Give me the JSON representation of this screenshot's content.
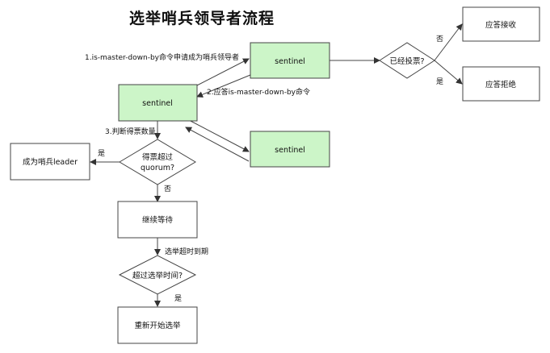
{
  "title": "选举哨兵领导者流程",
  "nodes": {
    "sentinel_main": "sentinel",
    "sentinel_top": "sentinel",
    "sentinel_bottom": "sentinel",
    "voted_decision": "已经投票?",
    "reply_accept": "应答接收",
    "reply_reject": "应答拒绝",
    "quorum_decision_line1": "得票超过",
    "quorum_decision_line2": "quorum?",
    "become_leader": "成为哨兵leader",
    "keep_waiting": "继续等待",
    "timeout_decision": "超过选举时间?",
    "restart_election": "重新开始选举"
  },
  "edge_labels": {
    "request_vote": "1.is-master-down-by命令申请成为哨兵领导者",
    "reply_command": "2.应答is-master-down-by命令",
    "count_votes": "3.判断得票数量",
    "no_voted": "否",
    "yes_voted": "是",
    "yes_quorum": "是",
    "no_quorum": "否",
    "timeout_expired": "选举超时到期",
    "yes_timeout": "是"
  },
  "colors": {
    "sentinel_fill": "#ccf5c8",
    "box_fill": "#ffffff",
    "stroke": "#444444"
  }
}
